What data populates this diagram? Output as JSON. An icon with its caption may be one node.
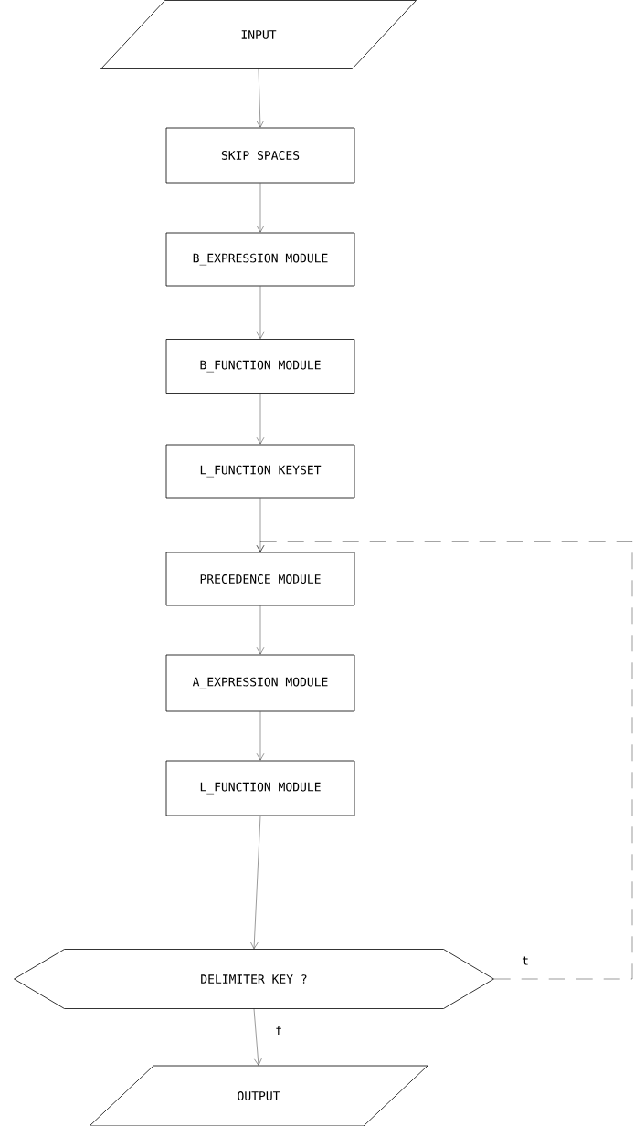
{
  "diagram": {
    "nodes": [
      {
        "text": [
          "INPUT"
        ]
      },
      {
        "text": [
          "SKIP SPACES"
        ]
      },
      {
        "text": [
          "B_EXPRESSION MODULE"
        ]
      },
      {
        "text": [
          "B_FUNCTION MODULE"
        ]
      },
      {
        "text": [
          "L_FUNCTION KEYSET"
        ]
      },
      {
        "text": [
          "PRECEDENCE MODULE"
        ]
      },
      {
        "text": [
          "A_EXPRESSION MODULE"
        ]
      },
      {
        "text": [
          "L_FUNCTION MODULE"
        ]
      },
      {
        "text": [
          "DELIMITER KEY ?"
        ]
      },
      {
        "text": [
          "OUTPUT"
        ]
      }
    ],
    "edges": [
      {
        "from": 0,
        "to": 1,
        "arrow": "to"
      },
      {
        "from": 1,
        "to": 2,
        "arrow": "to"
      },
      {
        "from": 2,
        "to": 3,
        "arrow": "to"
      },
      {
        "from": 3,
        "to": 4,
        "arrow": "to"
      },
      {
        "from": 4,
        "to": 5,
        "arrow": "to"
      },
      {
        "from": 5,
        "to": 6,
        "arrow": "to"
      },
      {
        "from": 6,
        "to": 7,
        "arrow": "to"
      },
      {
        "from": 7,
        "to": 8,
        "arrow": "to"
      },
      {
        "from": 8,
        "to": 9,
        "arrow": "to",
        "label": "f"
      },
      {
        "from": 8,
        "to": 5,
        "arrow": "to",
        "label": "t",
        "style": "dashed"
      }
    ]
  }
}
